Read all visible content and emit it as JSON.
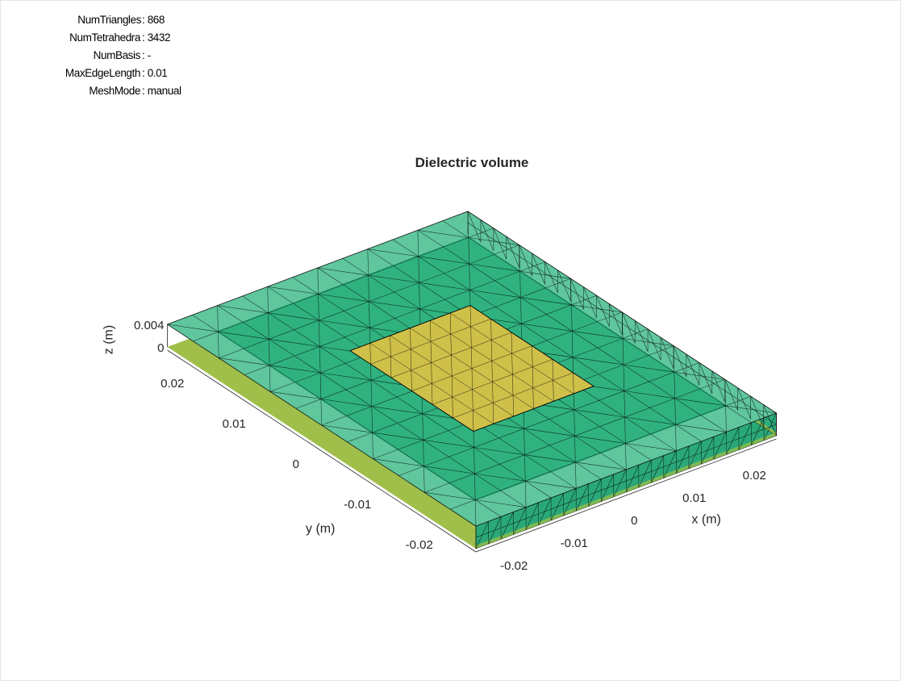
{
  "mesh_info": [
    {
      "key": "NumTriangles",
      "value": "868"
    },
    {
      "key": "NumTetrahedra",
      "value": "3432"
    },
    {
      "key": "NumBasis",
      "value": "-"
    },
    {
      "key": "MaxEdgeLength",
      "value": "0.01"
    },
    {
      "key": "MeshMode",
      "value": "manual"
    }
  ],
  "chart_data": {
    "type": "mesh3d",
    "title": "Dielectric volume",
    "xlabel": "x (m)",
    "ylabel": "y (m)",
    "zlabel": "z (m)",
    "xlim": [
      -0.025,
      0.025
    ],
    "ylim": [
      -0.025,
      0.025
    ],
    "zlim": [
      0,
      0.004
    ],
    "xticks": [
      -0.02,
      -0.01,
      0,
      0.01,
      0.02
    ],
    "yticks": [
      -0.02,
      -0.01,
      0,
      0.01,
      0.02
    ],
    "zticks": [
      0,
      0.004
    ],
    "xtick_labels": [
      "-0.02",
      "-0.01",
      "0",
      "0.01",
      "0.02"
    ],
    "ytick_labels": [
      "-0.02",
      "-0.01",
      "0",
      "0.01",
      "0.02"
    ],
    "ztick_labels": [
      "0",
      "0.004"
    ],
    "dielectric_color": "#2fb27f",
    "patch_color": "#cfc04a",
    "mesh_line_color": "#000000",
    "patch_extent": {
      "x": [
        -0.01,
        0.01
      ],
      "y": [
        -0.01,
        0.01
      ]
    }
  }
}
